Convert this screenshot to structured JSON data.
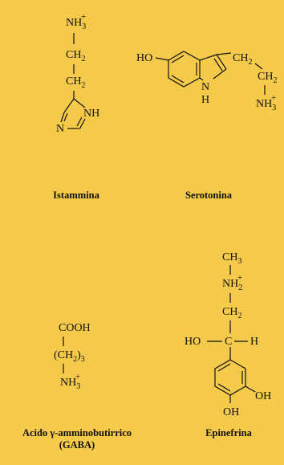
{
  "colors": {
    "background": "#f5c94a",
    "ink": "#111111"
  },
  "histamine": {
    "name": "Istammina",
    "nh3": "NH",
    "nh3_sub": "3",
    "nh3_sup": "+",
    "ch2a": "CH",
    "ch2a_sub": "2",
    "ch2b": "CH",
    "ch2b_sub": "2",
    "ring_nh": "NH",
    "ring_n": "N"
  },
  "serotonin": {
    "name": "Serotonina",
    "ho": "HO",
    "n": "N",
    "h": "H",
    "ch2a": "CH",
    "ch2a_sub": "2",
    "ch2b": "CH",
    "ch2b_sub": "2",
    "nh3": "NH",
    "nh3_sub": "3",
    "nh3_sup": "+"
  },
  "gaba": {
    "name_line1": "Acido γ-amminobutirrico",
    "name_line2": "(GABA)",
    "cooh": "COOH",
    "ch2n_open": "(CH",
    "ch2n_sub": "2",
    "ch2n_close": ")",
    "ch2n_count": "3",
    "nh3": "NH",
    "nh3_sub": "3",
    "nh3_sup": "+"
  },
  "epinephrine": {
    "name": "Epinefrina",
    "ch3": "CH",
    "ch3_sub": "3",
    "nh2": "NH",
    "nh2_sub": "2",
    "nh2_sup": "+",
    "ch2": "CH",
    "ch2_sub": "2",
    "ho": "HO",
    "c": "C",
    "h": "H",
    "oh_right": "OH",
    "oh_bottom": "OH"
  }
}
